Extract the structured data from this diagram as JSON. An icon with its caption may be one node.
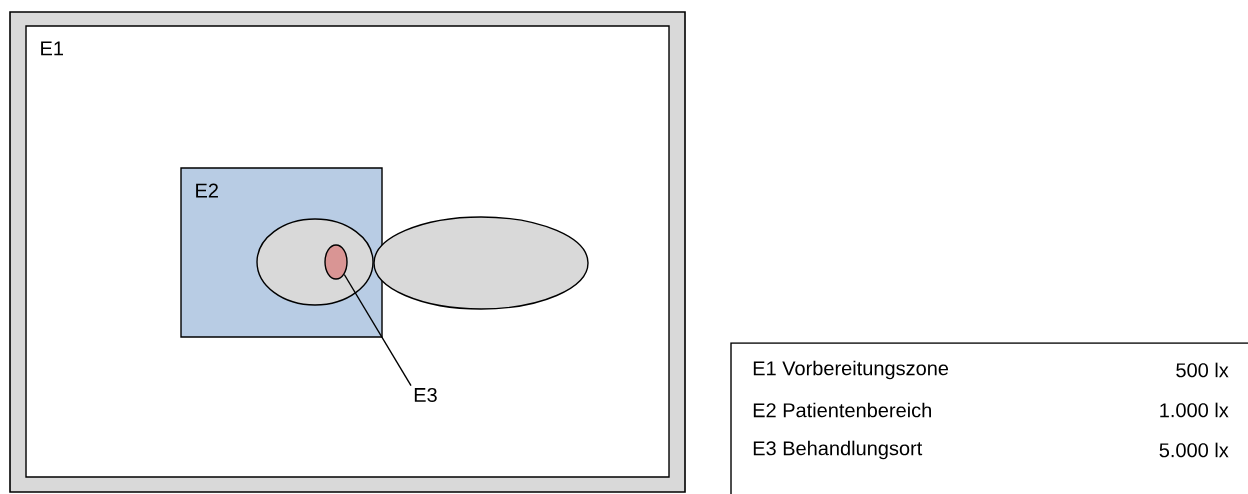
{
  "diagram": {
    "nodes": [
      {
        "text": [
          "E1"
        ]
      },
      {
        "text": [
          "E2"
        ],
        "in": 0
      },
      {
        "text": [],
        "shape": "ellipse",
        "in": 1
      },
      {
        "text": [],
        "shape": "ellipse",
        "in": 0
      },
      {
        "text": [],
        "shape": "ellipse",
        "in": 2
      },
      {
        "text": [
          "E3"
        ],
        "in": 0
      }
    ],
    "edges": [
      {
        "from": 5,
        "to": 4,
        "arrow": "none"
      }
    ],
    "labels": [
      "E1 Vorbereitungszone",
      "500 lx",
      "E2 Patientenbereich",
      "1.000 lx",
      "E3 Behandlungsort",
      "5.000 lx"
    ]
  }
}
